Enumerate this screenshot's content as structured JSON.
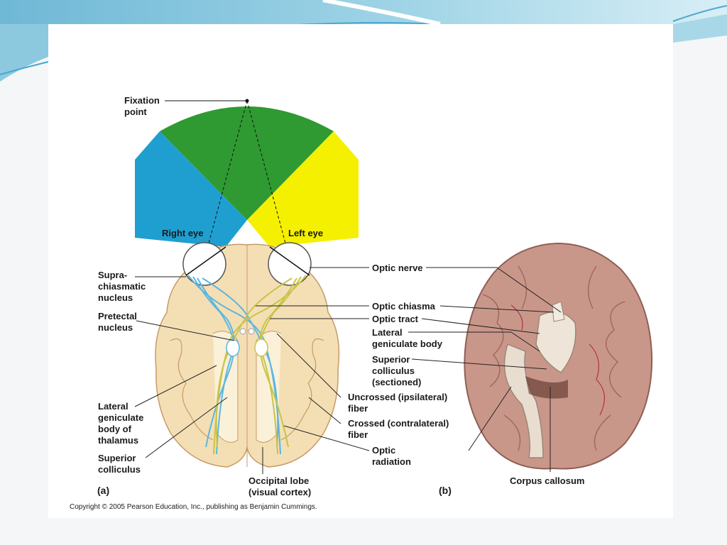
{
  "labels": {
    "fixation_point": "Fixation\npoint",
    "right_eye": "Right eye",
    "left_eye": "Left eye",
    "suprachiasmatic": "Supra-\nchiasmatic\nnucleus",
    "pretectal": "Pretectal\nnucleus",
    "lateral_geniculate_thalamus": "Lateral\ngeniculate\nbody of\nthalamus",
    "superior_colliculus_left": "Superior\ncolliculus",
    "occipital_lobe": "Occipital lobe\n(visual cortex)",
    "optic_nerve": "Optic nerve",
    "optic_chiasma": "Optic chiasma",
    "optic_tract": "Optic tract",
    "lateral_geniculate_body": "Lateral\ngeniculate body",
    "superior_colliculus_sectioned": "Superior\ncolliculus\n(sectioned)",
    "uncrossed_fiber": "Uncrossed (ipsilateral)\nfiber",
    "crossed_fiber": "Crossed (contralateral)\nfiber",
    "optic_radiation": "Optic\nradiation",
    "corpus_callosum": "Corpus callosum"
  },
  "panels": {
    "a": "(a)",
    "b": "(b)"
  },
  "copyright": "Copyright © 2005 Pearson Education, Inc., publishing as Benjamin Cummings.",
  "colors": {
    "right_field": "#1f9fd0",
    "binocular_field": "#2f9a32",
    "left_field": "#f5f000",
    "brain": "#f4dfb5",
    "brain_outline": "#c79a66",
    "right_pathway": "#5bb6e0",
    "left_pathway": "#c8c44a",
    "specimen": "#c9978a"
  }
}
